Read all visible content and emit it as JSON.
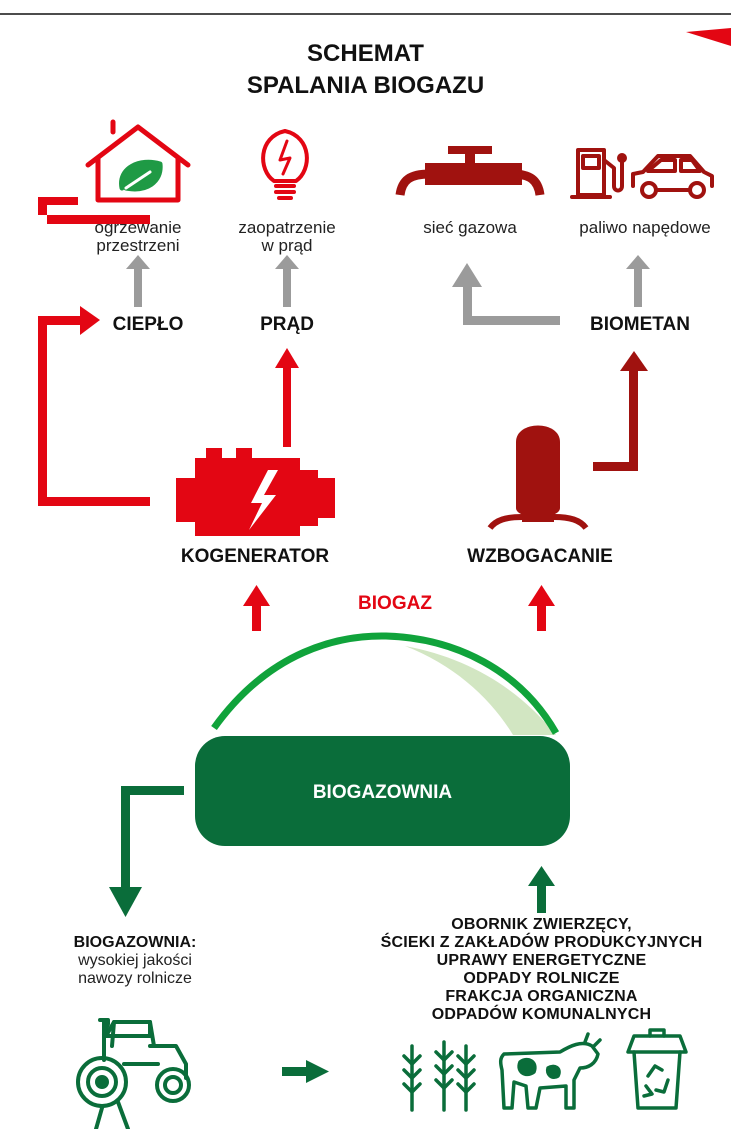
{
  "title": {
    "line1": "SCHEMAT",
    "line2": "SPALANIA BIOGAZU"
  },
  "uses": {
    "heating": {
      "line1": "ogrzewanie",
      "line2": "przestrzeni"
    },
    "power": {
      "line1": "zaopatrzenie",
      "line2": "w prąd"
    },
    "gas_grid": "sieć gazowa",
    "fuel": "paliwo napędowe"
  },
  "products": {
    "heat": "CIEPŁO",
    "power": "PRĄD",
    "biomethane": "BIOMETAN"
  },
  "processes": {
    "cogenerator": "KOGENERATOR",
    "upgrading": "WZBOGACANIE"
  },
  "biogas": "BIOGAZ",
  "plant": "BIOGAZOWNIA",
  "output": {
    "title": "BIOGAZOWNIA:",
    "line1": "wysokiej jakości",
    "line2": "nawozy rolnicze"
  },
  "inputs": [
    "OBORNIK ZWIERZĘCY,",
    "ŚCIEKI Z ZAKŁADÓW PRODUKCYJNYCH",
    "UPRAWY ENERGETYCZNE",
    "ODPADY ROLNICZE",
    "FRAKCJA ORGANICZNA",
    "ODPADÓW KOMUNALNYCH"
  ],
  "colors": {
    "red": "#e30613",
    "dark_red": "#a0120f",
    "green": "#0a6d3a",
    "bright_green": "#10a33b",
    "pale_green": "#d2e6c2",
    "grey": "#9b9b9b"
  },
  "icons": [
    "house-leaf-icon",
    "lightbulb-icon",
    "gas-pipeline-icon",
    "fuel-pump-icon",
    "car-icon",
    "engine-icon",
    "tank-icon",
    "tractor-icon",
    "wheat-icon",
    "cow-icon",
    "recycle-bin-icon"
  ]
}
